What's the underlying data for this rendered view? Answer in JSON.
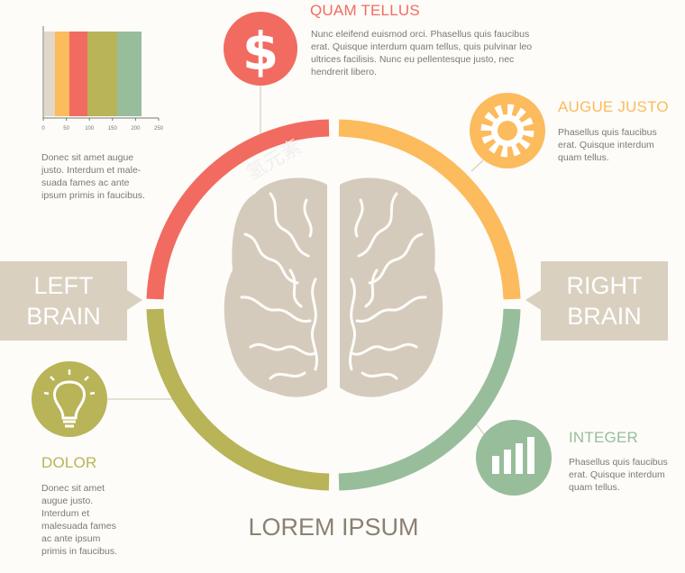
{
  "colors": {
    "red": "#f26b60",
    "orange": "#fcbb5c",
    "olive": "#b8b457",
    "green": "#98bd9b",
    "beige": "#d9d0c0",
    "brain": "#d5cbbd",
    "text": "#7a7a72"
  },
  "chart_data": {
    "type": "bar",
    "x_ticks": [
      "0",
      "50",
      "100",
      "150",
      "200",
      "250"
    ],
    "xlim": [
      0,
      250
    ],
    "series_colors": [
      "#e1d8c7",
      "#fcbb5c",
      "#f26b60",
      "#b8b457",
      "#98bd9b"
    ]
  },
  "chart": {
    "caption": "Donec sit amet augue justo. Interdum et male-suada fames ac ante ipsum primis in faucibus."
  },
  "items": {
    "quam_tellus": {
      "title": "QUAM TELLUS",
      "text": "Nunc eleifend euismod orci. Phasellus quis faucibus erat. Quisque interdum quam tellus, quis pulvinar leo ultrices facilisis. Nunc eu pellentesque justo, nec hendrerit libero.",
      "icon": "dollar-icon"
    },
    "augue_justo": {
      "title": "AUGUE JUSTO",
      "text": "Phasellus quis faucibus erat. Quisque interdum quam tellus.",
      "icon": "gear-icon"
    },
    "integer": {
      "title": "INTEGER",
      "text": "Phasellus quis faucibus erat. Quisque interdum quam tellus.",
      "icon": "bar-chart-icon"
    },
    "dolor": {
      "title": "DOLOR",
      "text": "Donec sit amet augue justo. Interdum et malesuada fames ac ante ipsum primis in faucibus.",
      "icon": "lightbulb-icon"
    }
  },
  "left_brain": {
    "line1": "LEFT",
    "line2": "BRAIN"
  },
  "right_brain": {
    "line1": "RIGHT",
    "line2": "BRAIN"
  },
  "footer_title": "LOREM IPSUM",
  "watermark": "氢元素"
}
